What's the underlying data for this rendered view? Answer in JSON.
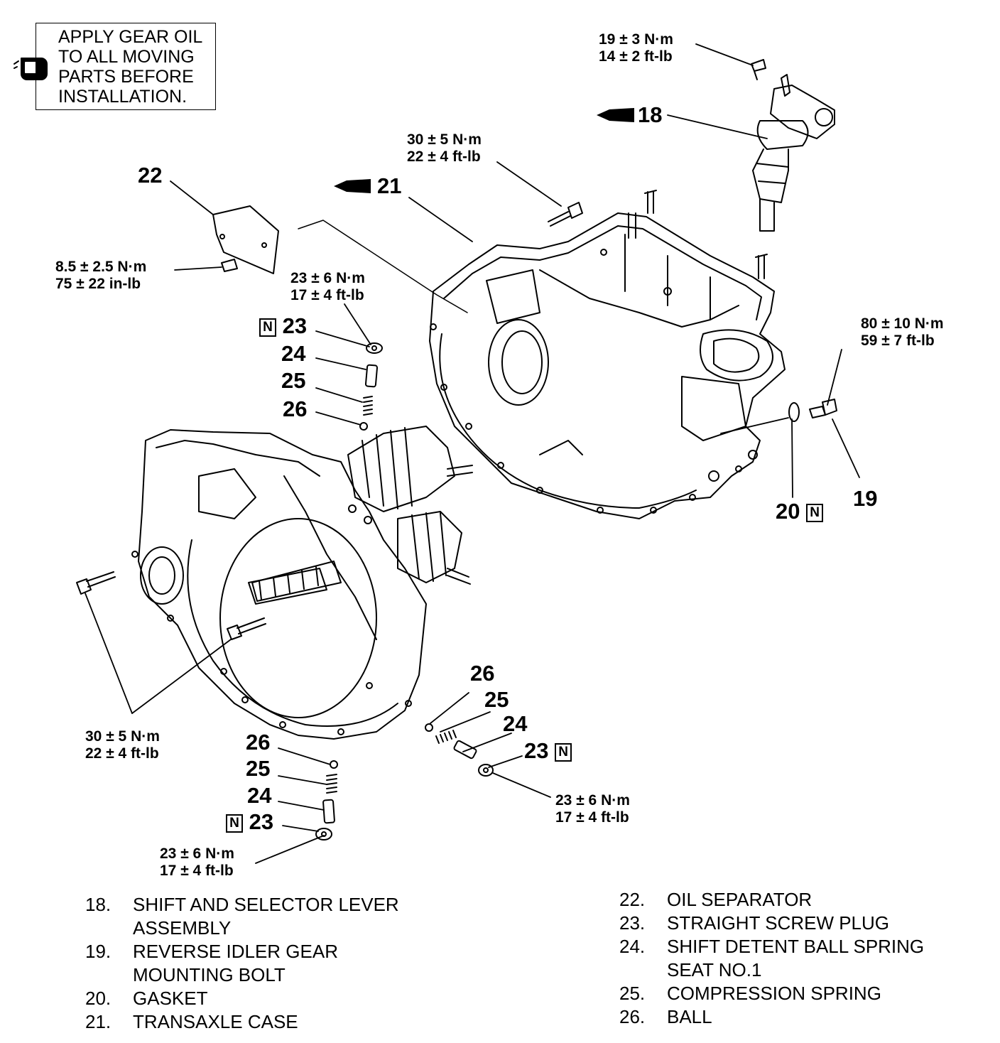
{
  "note": {
    "lines": [
      "APPLY GEAR OIL",
      "TO ALL MOVING",
      "PARTS BEFORE",
      "INSTALLATION."
    ],
    "icon": "oil-can-icon"
  },
  "torque_specs": {
    "t_top_right": [
      "19 ± 3 N·m",
      "14 ± 2 ft-lb"
    ],
    "t_case_bolt": [
      "30 ± 5 N·m",
      "22 ± 4 ft-lb"
    ],
    "t_separator": [
      "8.5 ± 2.5 N·m",
      "75 ± 22 in-lb"
    ],
    "t_plug_top": [
      "23 ± 6 N·m",
      "17 ± 4 ft-lb"
    ],
    "t_idler": [
      "80 ± 10 N·m",
      "59 ± 7 ft-lb"
    ],
    "t_housing_bolt": [
      "30 ± 5 N·m",
      "22 ± 4 ft-lb"
    ],
    "t_plug_right": [
      "23 ± 6 N·m",
      "17 ± 4 ft-lb"
    ],
    "t_plug_bottom": [
      "23 ± 6 N·m",
      "17 ± 4 ft-lb"
    ]
  },
  "callouts": {
    "c18": "18",
    "c21": "21",
    "c22": "22",
    "c23a": "23",
    "c24a": "24",
    "c25a": "25",
    "c26a": "26",
    "c19": "19",
    "c20": "20",
    "c26b": "26",
    "c25b": "25",
    "c24b": "24",
    "c23b": "23",
    "c26c": "26",
    "c25c": "25",
    "c24c": "24",
    "c23c": "23",
    "new_marker": "N"
  },
  "legend_left": [
    {
      "num": "18.",
      "lines": [
        "SHIFT AND SELECTOR LEVER",
        "ASSEMBLY"
      ]
    },
    {
      "num": "19.",
      "lines": [
        "REVERSE IDLER GEAR",
        "MOUNTING BOLT"
      ]
    },
    {
      "num": "20.",
      "lines": [
        "GASKET"
      ]
    },
    {
      "num": "21.",
      "lines": [
        "TRANSAXLE CASE"
      ]
    }
  ],
  "legend_right": [
    {
      "num": "22.",
      "lines": [
        "OIL SEPARATOR"
      ]
    },
    {
      "num": "23.",
      "lines": [
        "STRAIGHT SCREW PLUG"
      ]
    },
    {
      "num": "24.",
      "lines": [
        "SHIFT DETENT BALL SPRING",
        "SEAT NO.1"
      ]
    },
    {
      "num": "25.",
      "lines": [
        "COMPRESSION SPRING"
      ]
    },
    {
      "num": "26.",
      "lines": [
        "BALL"
      ]
    }
  ]
}
